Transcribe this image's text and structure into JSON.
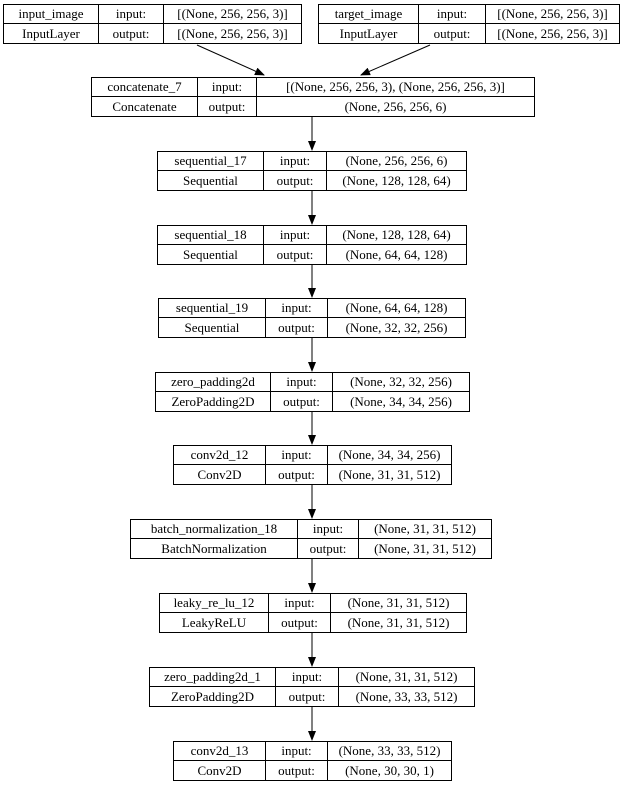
{
  "labels": {
    "input": "input:",
    "output": "output:"
  },
  "colors": {
    "border": "#000000",
    "text": "#000000",
    "background": "#ffffff",
    "edge": "#000000"
  },
  "nodes": [
    {
      "name": "input_image",
      "type": "InputLayer",
      "input_shape": "[(None, 256, 256, 3)]",
      "output_shape": "[(None, 256, 256, 3)]"
    },
    {
      "name": "target_image",
      "type": "InputLayer",
      "input_shape": "[(None, 256, 256, 3)]",
      "output_shape": "[(None, 256, 256, 3)]"
    },
    {
      "name": "concatenate_7",
      "type": "Concatenate",
      "input_shape": "[(None, 256, 256, 3), (None, 256, 256, 3)]",
      "output_shape": "(None, 256, 256, 6)"
    },
    {
      "name": "sequential_17",
      "type": "Sequential",
      "input_shape": "(None, 256, 256, 6)",
      "output_shape": "(None, 128, 128, 64)"
    },
    {
      "name": "sequential_18",
      "type": "Sequential",
      "input_shape": "(None, 128, 128, 64)",
      "output_shape": "(None, 64, 64, 128)"
    },
    {
      "name": "sequential_19",
      "type": "Sequential",
      "input_shape": "(None, 64, 64, 128)",
      "output_shape": "(None, 32, 32, 256)"
    },
    {
      "name": "zero_padding2d",
      "type": "ZeroPadding2D",
      "input_shape": "(None, 32, 32, 256)",
      "output_shape": "(None, 34, 34, 256)"
    },
    {
      "name": "conv2d_12",
      "type": "Conv2D",
      "input_shape": "(None, 34, 34, 256)",
      "output_shape": "(None, 31, 31, 512)"
    },
    {
      "name": "batch_normalization_18",
      "type": "BatchNormalization",
      "input_shape": "(None, 31, 31, 512)",
      "output_shape": "(None, 31, 31, 512)"
    },
    {
      "name": "leaky_re_lu_12",
      "type": "LeakyReLU",
      "input_shape": "(None, 31, 31, 512)",
      "output_shape": "(None, 31, 31, 512)"
    },
    {
      "name": "zero_padding2d_1",
      "type": "ZeroPadding2D",
      "input_shape": "(None, 31, 31, 512)",
      "output_shape": "(None, 33, 33, 512)"
    },
    {
      "name": "conv2d_13",
      "type": "Conv2D",
      "input_shape": "(None, 33, 33, 512)",
      "output_shape": "(None, 30, 30, 1)"
    }
  ],
  "edges": [
    {
      "from": "input_image",
      "to": "concatenate_7"
    },
    {
      "from": "target_image",
      "to": "concatenate_7"
    },
    {
      "from": "concatenate_7",
      "to": "sequential_17"
    },
    {
      "from": "sequential_17",
      "to": "sequential_18"
    },
    {
      "from": "sequential_18",
      "to": "sequential_19"
    },
    {
      "from": "sequential_19",
      "to": "zero_padding2d"
    },
    {
      "from": "zero_padding2d",
      "to": "conv2d_12"
    },
    {
      "from": "conv2d_12",
      "to": "batch_normalization_18"
    },
    {
      "from": "batch_normalization_18",
      "to": "leaky_re_lu_12"
    },
    {
      "from": "leaky_re_lu_12",
      "to": "zero_padding2d_1"
    },
    {
      "from": "zero_padding2d_1",
      "to": "conv2d_13"
    }
  ]
}
